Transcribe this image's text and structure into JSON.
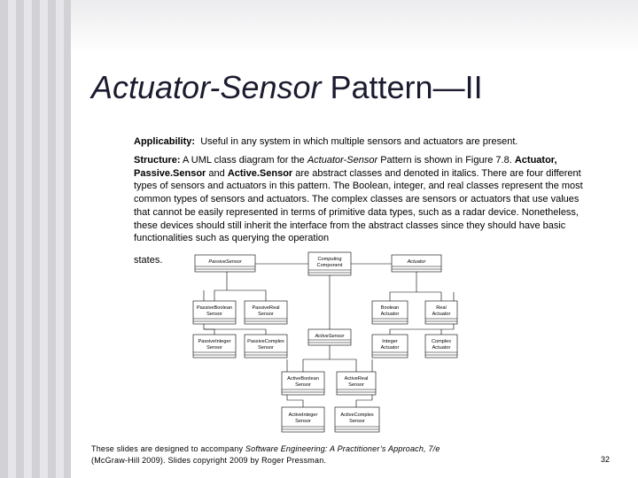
{
  "slide": {
    "title_italic": "Actuator-Sensor",
    "title_plain": "Pattern—II",
    "applicability": {
      "label": "Applicability:",
      "text": "Useful in any system in which multiple sensors and actuators are present."
    },
    "structure": {
      "label": "Structure:",
      "t1": "A UML class diagram for the",
      "t1_italic": "Actuator-Sensor",
      "t2": "Pattern is shown in Figure 7.8.",
      "bold_actuator": "Actuator,",
      "bold_passive": "Passive.Sensor",
      "t3": "and",
      "bold_active": "Active.Sensor",
      "t4": "are abstract classes and denoted in italics. There are four different types of sensors and actuators in this pattern. The Boolean, integer, and real classes represent the most common types of sensors and actuators. The complex classes are sensors or actuators that use values that cannot be easily represented in terms of primitive data types, such as a radar device. Nonetheless, these devices should still inherit the interface from the abstract classes since they should have basic functionalities such as querying the operation",
      "states": "states."
    }
  },
  "diagram": {
    "boxes": {
      "passive_sensor": "PassiveSensor",
      "computing_component": [
        "Computing",
        "Component"
      ],
      "actuator": "Actuator",
      "passive_boolean_sensor": [
        "PassiveBoolean",
        "Sensor"
      ],
      "passive_real_sensor": [
        "PassiveReal",
        "Sensor"
      ],
      "boolean_actuator": [
        "Boolean",
        "Actuator"
      ],
      "real_actuator": [
        "Real",
        "Actuator"
      ],
      "active_sensor": "ActiveSensor",
      "passive_integer_sensor": [
        "PassiveInteger",
        "Sensor"
      ],
      "passive_complex_sensor": [
        "PassiveComplex",
        "Sensor"
      ],
      "integer_actuator": [
        "Integer",
        "Actuator"
      ],
      "complex_actuator": [
        "Complex",
        "Actuator"
      ],
      "active_boolean_sensor": [
        "ActiveBoolean",
        "Sensor"
      ],
      "active_real_sensor": [
        "ActiveReal",
        "Sensor"
      ],
      "active_integer_sensor": [
        "ActiveInteger",
        "Sensor"
      ],
      "active_complex_sensor": [
        "ActiveComplex",
        "Sensor"
      ]
    }
  },
  "footer": {
    "line1_a": "These slides are designed to accompany",
    "line1_italic": "Software Engineering: A Practitioner’s Approach, 7/e",
    "line2": "(McGraw-Hill 2009). Slides copyright 2009 by Roger Pressman.",
    "slide_number": "32"
  }
}
